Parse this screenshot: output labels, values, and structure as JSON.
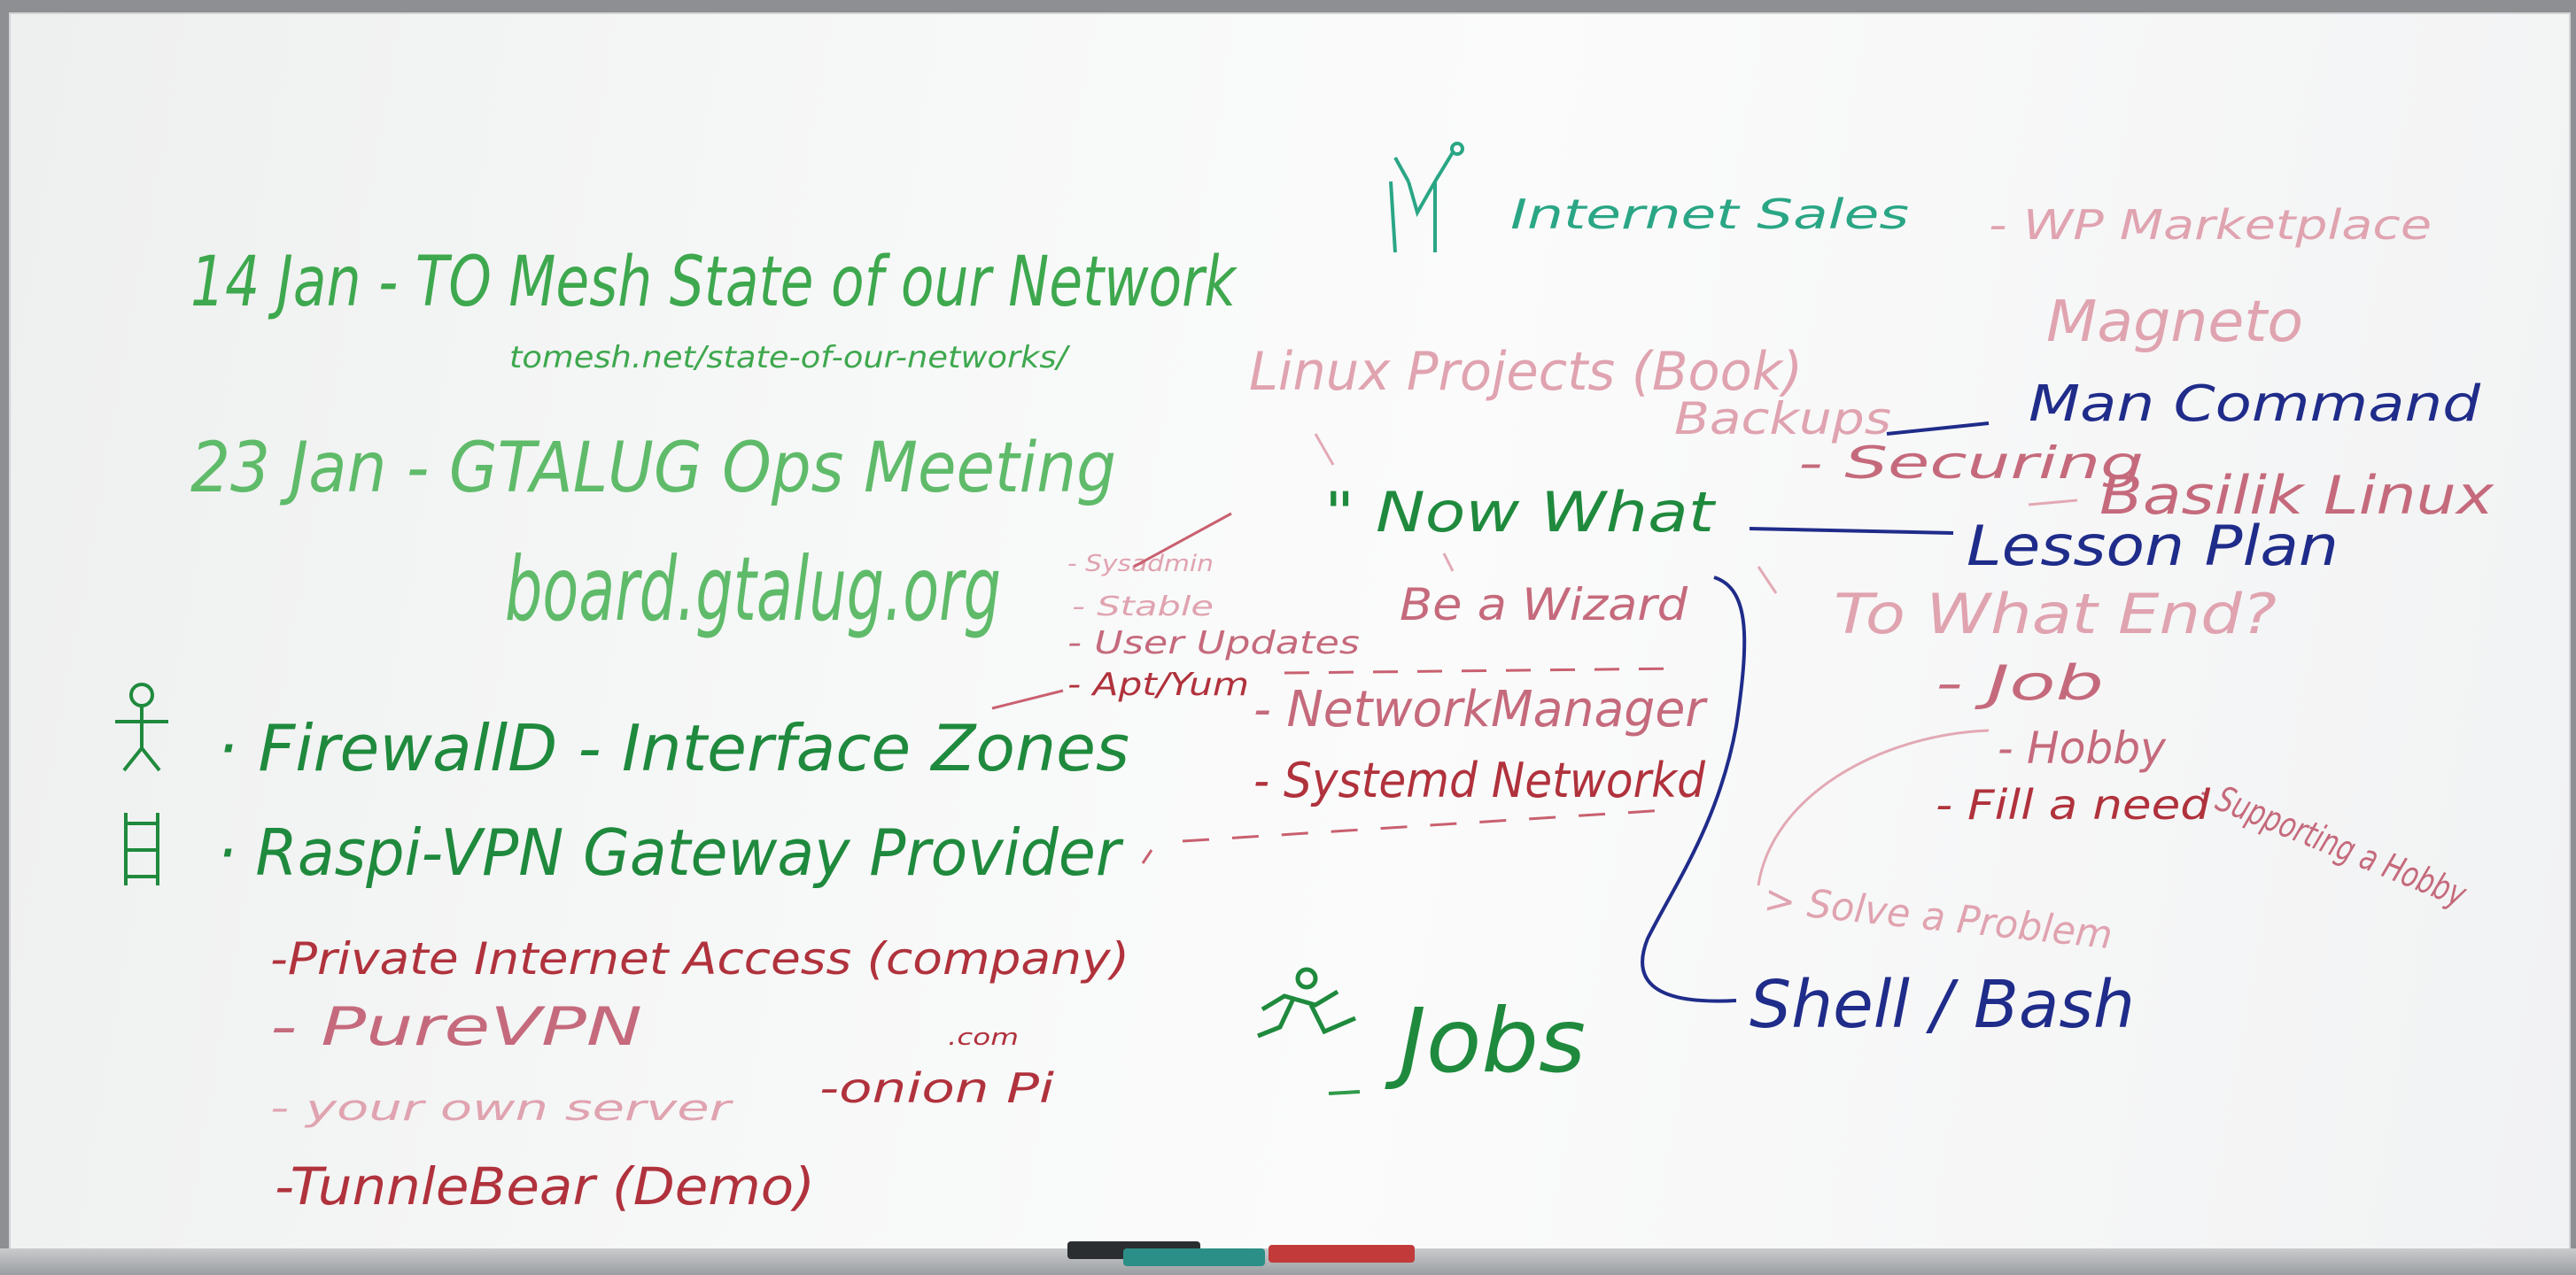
{
  "left_column": {
    "event1": "14 Jan - TO Mesh State of our Network",
    "event1_url": "tomesh.net/state-of-our-networks/",
    "event2": "23 Jan - GTALUG Ops Meeting",
    "event2_url": "board.gtalug.org",
    "topic1_icon": "stick-figure-icon",
    "topic1": "· FirewallD - Interface Zones",
    "topic2_icon": "ladder-icon",
    "topic2": "· Raspi-VPN Gateway Provider",
    "vpn_items": [
      "-Private Internet Access (company)",
      "- PureVPN",
      "- your own server",
      "-TunnleBear (Demo)"
    ],
    "dotcom": ".com",
    "onion": "-onion Pi"
  },
  "middle_column": {
    "sales_icon": "person-icon",
    "internet_sales": "Internet Sales",
    "linux_projects": "Linux Projects (Book)",
    "backups": "Backups",
    "securing": "- Securing",
    "now_what": "\" Now What",
    "be_a_wizard": "Be a Wizard",
    "side_list": [
      "- Sysadmin",
      "- Stable",
      "- User Updates",
      "- Apt/Yum"
    ],
    "network_manager": "- NetworkManager",
    "systemd_networkd": "- Systemd Networkd",
    "jobs_icon": "runner-icon",
    "jobs": "Jobs"
  },
  "right_column": {
    "wp_marketplace": "- WP Marketplace",
    "magneto": "Magneto",
    "man_command": "Man Command",
    "basilisk_linux": "Basilik Linux",
    "lesson_plan": "Lesson Plan",
    "to_what_end": "To What End?",
    "job": "- Job",
    "hobby": "- Hobby",
    "supporting_hobby": "- Supporting a Hobby",
    "fill_need": "- Fill a need",
    "solve_problem": "> Solve a Problem",
    "shell_bash": "Shell / Bash"
  }
}
